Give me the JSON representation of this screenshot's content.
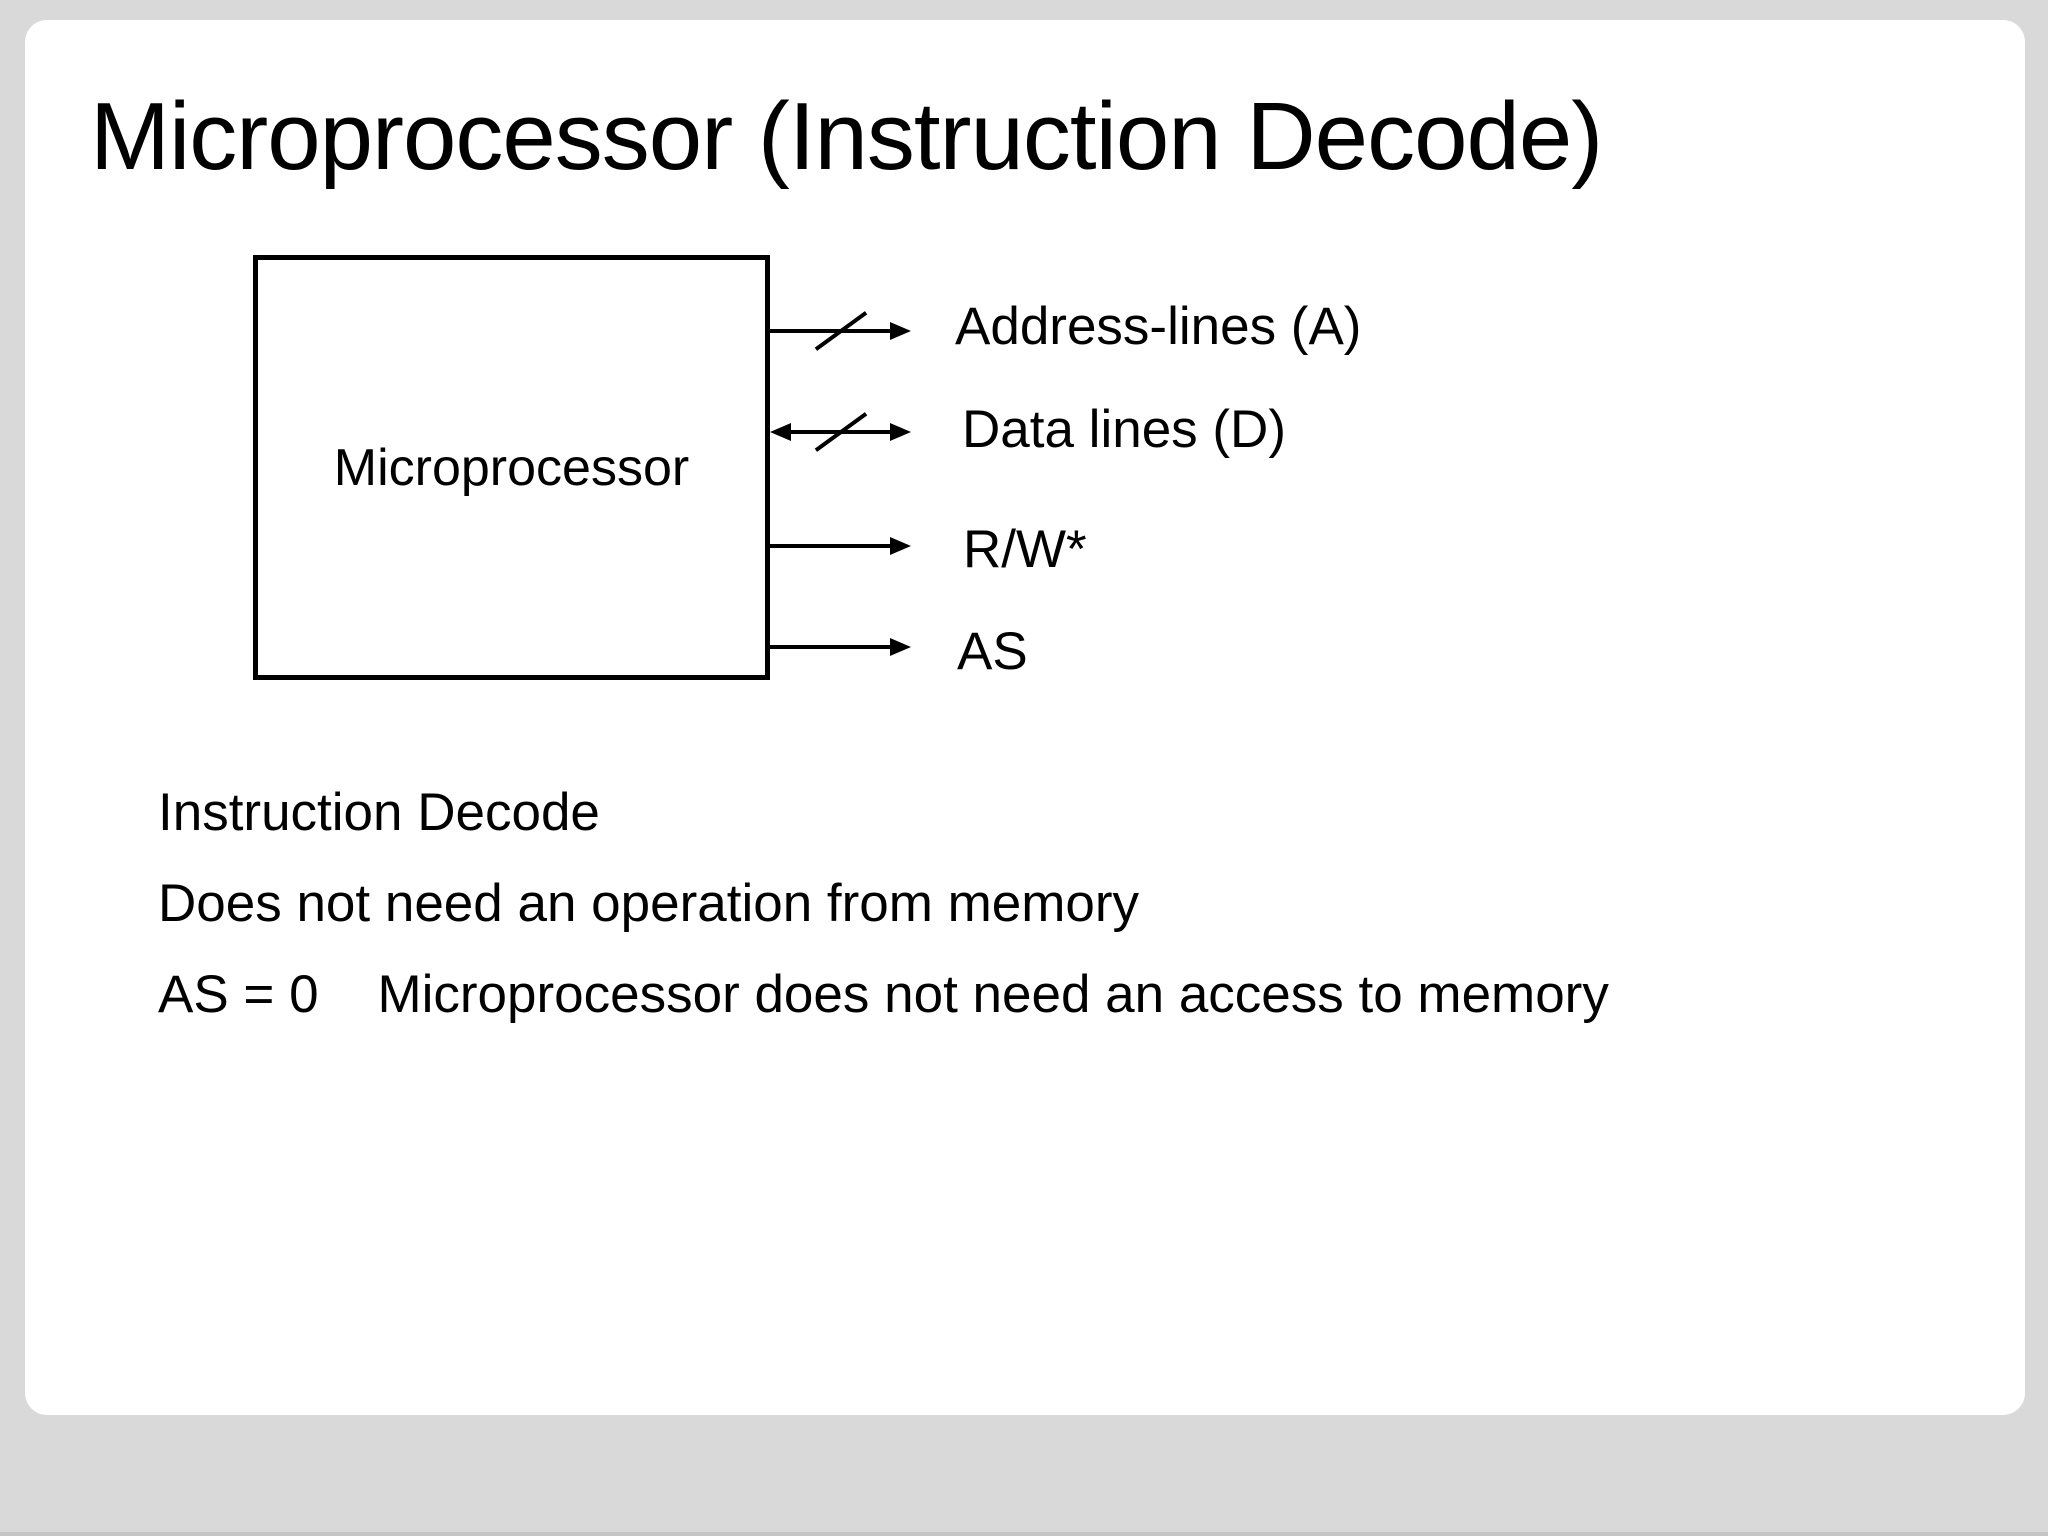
{
  "slide": {
    "title": "Microprocessor (Instruction Decode)",
    "diagram": {
      "box_label": "Microprocessor",
      "signals": [
        {
          "label": "Address-lines (A)",
          "direction": "output",
          "bus": true
        },
        {
          "label": "Data lines (D)",
          "direction": "bidirectional",
          "bus": true
        },
        {
          "label": "R/W*",
          "direction": "output",
          "bus": false
        },
        {
          "label": "AS",
          "direction": "output",
          "bus": false
        }
      ]
    },
    "notes": [
      "Instruction Decode",
      "Does not need an operation from memory",
      "AS = 0    Microprocessor does not need an access to memory"
    ],
    "colors": {
      "page_background": "#d9d9d9",
      "slide_background": "#ffffff",
      "ink": "#000000"
    }
  }
}
